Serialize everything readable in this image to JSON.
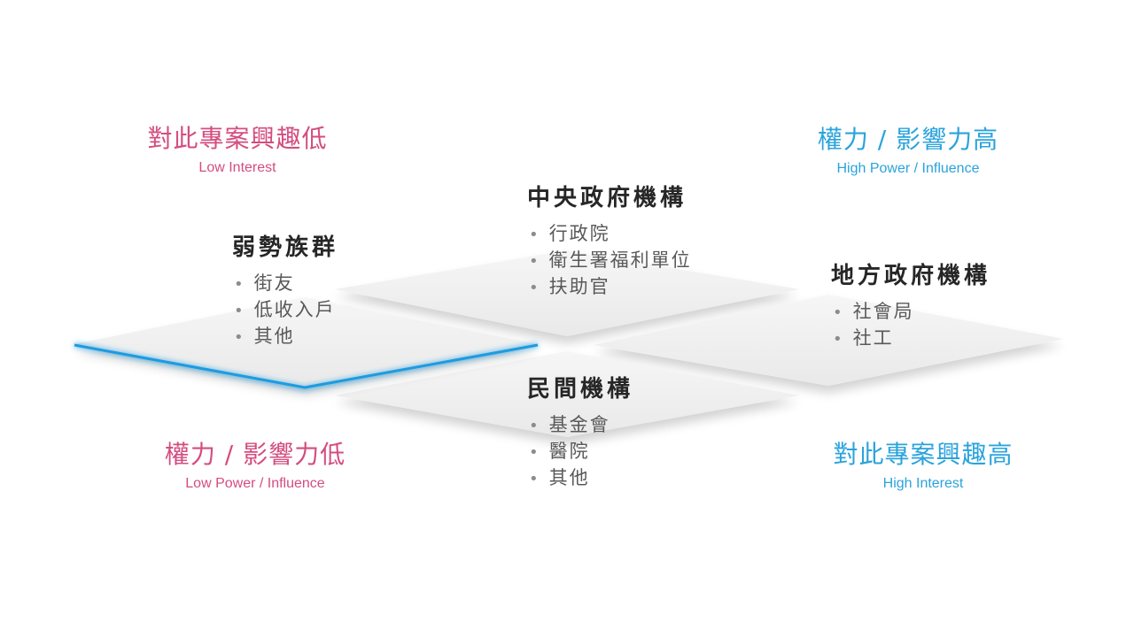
{
  "corners": {
    "top_left": {
      "zh": "對此專案興趣低",
      "en": "Low Interest"
    },
    "top_right": {
      "zh": "權力 / 影響力高",
      "en": "High Power / Influence"
    },
    "bottom_left": {
      "zh": "權力 / 影響力低",
      "en": "Low Power / Influence"
    },
    "bottom_right": {
      "zh": "對此專案興趣高",
      "en": "High Interest"
    }
  },
  "groups": {
    "vulnerable": {
      "title": "弱勢族群",
      "items": [
        "街友",
        "低收入戶",
        "其他"
      ]
    },
    "central": {
      "title": "中央政府機構",
      "items": [
        "行政院",
        "衛生署福利單位",
        "扶助官"
      ]
    },
    "local": {
      "title": "地方政府機構",
      "items": [
        "社會局",
        "社工"
      ]
    },
    "private": {
      "title": "民間機構",
      "items": [
        "基金會",
        "醫院",
        "其他"
      ]
    }
  },
  "colors": {
    "low_accent": "#d44d7f",
    "high_accent": "#2aa3dc",
    "highlight_edge": "#1e9be0",
    "tile_fill": "#f1f1f1"
  },
  "bullet": "•"
}
